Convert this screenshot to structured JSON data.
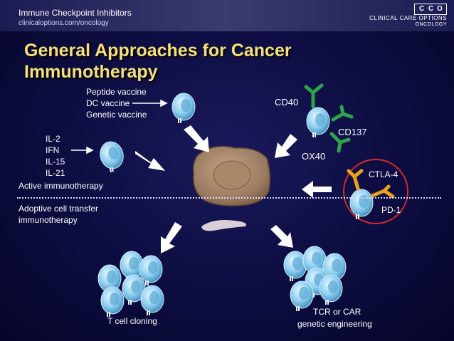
{
  "header": {
    "title": "Immune Checkpoint Inhibitors",
    "subtitle": "clinicaloptions.com/oncology",
    "logo_text": "CLINICAL CARE OPTIONS",
    "logo_sub": "ONCOLOGY",
    "logo_badge": [
      "C",
      "C",
      "O"
    ]
  },
  "slide": {
    "title_line1": "General Approaches for Cancer",
    "title_line2": "Immunotherapy"
  },
  "labels": {
    "peptide": "Peptide vaccine",
    "dc": "DC vaccine",
    "genetic": "Genetic vaccine",
    "il2": "IL-2",
    "ifn": "IFN",
    "il15": "IL-15",
    "il21": "IL-21",
    "active": "Active immunotherapy",
    "adoptive1": "Adoptive cell transfer",
    "adoptive2": "immunotherapy",
    "cd40": "CD40",
    "cd137": "CD137",
    "ox40": "OX40",
    "ctla4": "CTLA-4",
    "pd1": "PD-1",
    "tcell_cloning": "T cell cloning",
    "tcr1": "TCR or CAR",
    "tcr2": "genetic engineering"
  },
  "colors": {
    "title": "#f5e07a",
    "background": "#0c0c40",
    "cell_fill": "#8fd0f0",
    "tumor": "#9a7a60",
    "receptor_green": "#2ea44a",
    "receptor_orange": "#e8a020",
    "checkpoint_circle": "#d42a2a"
  },
  "icons": [
    "tumor-cell-icon",
    "t-cell-icon",
    "arrow-icon",
    "receptor-icon"
  ]
}
